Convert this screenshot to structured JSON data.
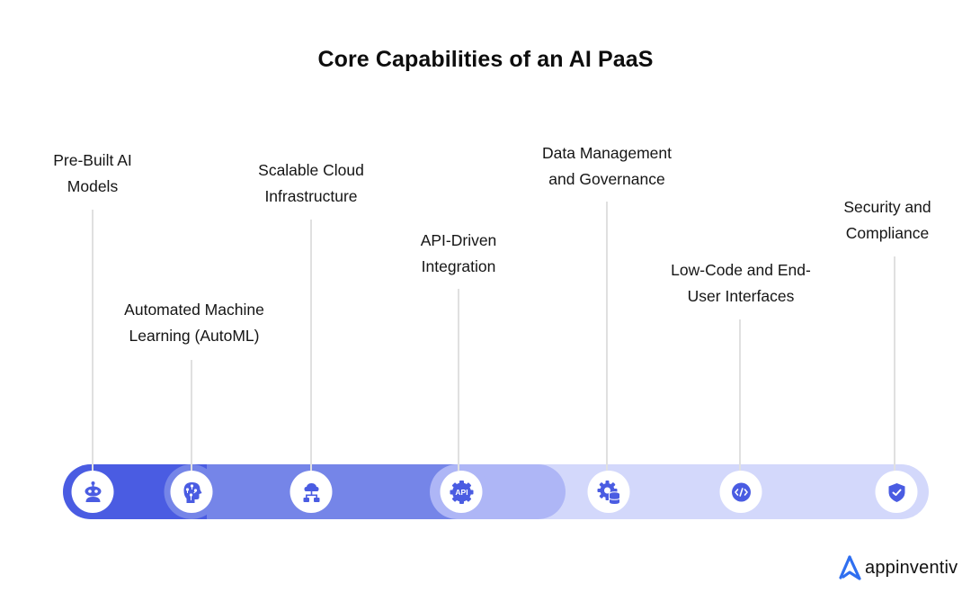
{
  "title": "Core Capabilities of an AI PaaS",
  "colors": {
    "accent": "#4a5ce2",
    "segment_dark": "#4a5ce2",
    "segment_mid": "#7585e8",
    "segment_light": "#aeb6f6",
    "segment_lightest": "#d3d8fb",
    "logo_blue": "#2f6ff0"
  },
  "capabilities": [
    {
      "line1": "Pre-Built AI",
      "line2": "Models",
      "icon": "robot-icon"
    },
    {
      "line1": "Automated Machine",
      "line2": "Learning (AutoML)",
      "icon": "ai-brain-circuit-icon"
    },
    {
      "line1": "Scalable Cloud",
      "line2": "Infrastructure",
      "icon": "cloud-network-icon"
    },
    {
      "line1": "API-Driven",
      "line2": "Integration",
      "icon": "api-gear-icon"
    },
    {
      "line1": "Data Management",
      "line2": "and Governance",
      "icon": "gear-database-icon"
    },
    {
      "line1": "Low-Code and End-",
      "line2": "User Interfaces",
      "icon": "code-icon"
    },
    {
      "line1": "Security and",
      "line2": "Compliance",
      "icon": "shield-check-icon"
    }
  ],
  "api_icon_text": "API",
  "brand": {
    "name": "appinventiv",
    "icon": "appinventiv-logo-icon"
  }
}
